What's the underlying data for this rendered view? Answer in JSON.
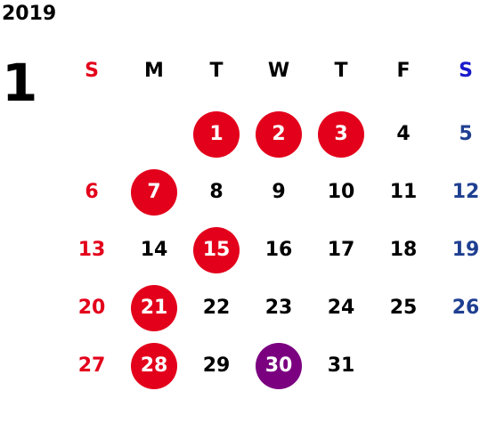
{
  "calendar": {
    "year": "2019",
    "month": "1",
    "weekdays": [
      {
        "label": "S",
        "color": "#e3001b"
      },
      {
        "label": "M",
        "color": "#000000"
      },
      {
        "label": "T",
        "color": "#000000"
      },
      {
        "label": "W",
        "color": "#000000"
      },
      {
        "label": "T",
        "color": "#000000"
      },
      {
        "label": "F",
        "color": "#000000"
      },
      {
        "label": "S",
        "color": "#1a1acc"
      }
    ],
    "start_weekday_index": 2,
    "days": [
      {
        "day": "1",
        "style": "holiday"
      },
      {
        "day": "2",
        "style": "holiday"
      },
      {
        "day": "3",
        "style": "holiday"
      },
      {
        "day": "4",
        "style": "normal"
      },
      {
        "day": "5",
        "style": "saturday"
      },
      {
        "day": "6",
        "style": "sunday"
      },
      {
        "day": "7",
        "style": "holiday"
      },
      {
        "day": "8",
        "style": "normal"
      },
      {
        "day": "9",
        "style": "normal"
      },
      {
        "day": "10",
        "style": "normal"
      },
      {
        "day": "11",
        "style": "normal"
      },
      {
        "day": "12",
        "style": "saturday"
      },
      {
        "day": "13",
        "style": "sunday"
      },
      {
        "day": "14",
        "style": "normal"
      },
      {
        "day": "15",
        "style": "holiday"
      },
      {
        "day": "16",
        "style": "normal"
      },
      {
        "day": "17",
        "style": "normal"
      },
      {
        "day": "18",
        "style": "normal"
      },
      {
        "day": "19",
        "style": "saturday"
      },
      {
        "day": "20",
        "style": "sunday"
      },
      {
        "day": "21",
        "style": "holiday"
      },
      {
        "day": "22",
        "style": "normal"
      },
      {
        "day": "23",
        "style": "normal"
      },
      {
        "day": "24",
        "style": "normal"
      },
      {
        "day": "25",
        "style": "normal"
      },
      {
        "day": "26",
        "style": "saturday"
      },
      {
        "day": "27",
        "style": "sunday"
      },
      {
        "day": "28",
        "style": "holiday"
      },
      {
        "day": "29",
        "style": "normal"
      },
      {
        "day": "30",
        "style": "special"
      },
      {
        "day": "31",
        "style": "normal"
      }
    ],
    "colors": {
      "normal": "#000000",
      "sunday": "#e3001b",
      "saturday": "#1f3f91",
      "holiday_bg": "#e3001b",
      "special_bg": "#7b0080",
      "circle_text": "#ffffff"
    }
  }
}
